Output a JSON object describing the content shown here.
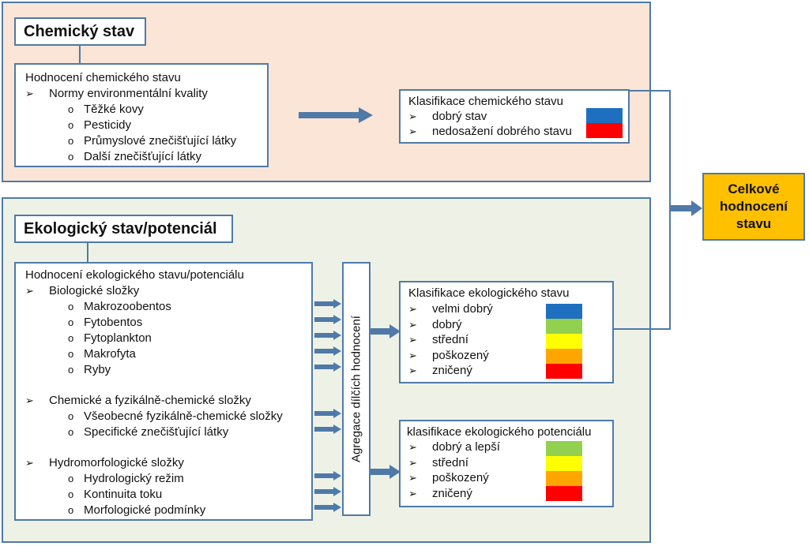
{
  "chemical": {
    "title": "Chemický stav",
    "assessment": {
      "heading": "Hodnocení chemického stavu",
      "bullet": "Normy environmentální kvality",
      "items": [
        "Těžké kovy",
        "Pesticidy",
        "Průmyslové znečišťující látky",
        "Další znečišťující látky"
      ]
    },
    "classification": {
      "heading": "Klasifikace chemického stavu",
      "items": [
        "dobrý stav",
        "nedosažení dobrého stavu"
      ],
      "colors": [
        "#1f6fc1",
        "#ff0000"
      ]
    }
  },
  "ecological": {
    "title": "Ekologický stav/potenciál",
    "assessment": {
      "heading": "Hodnocení ekologického stavu/potenciálu",
      "groups": [
        {
          "bullet": "Biologické složky",
          "items": [
            "Makrozoobentos",
            "Fytobentos",
            "Fytoplankton",
            "Makrofyta",
            "Ryby"
          ]
        },
        {
          "bullet": "Chemické a fyzikálně-chemické složky",
          "items": [
            "Všeobecné fyzikálně-chemické složky",
            "Specifické znečišťující látky"
          ]
        },
        {
          "bullet": "Hydromorfologické složky",
          "items": [
            "Hydrologický režim",
            "Kontinuita toku",
            "Morfologické podmínky"
          ]
        }
      ]
    },
    "aggregation": "Agregace dílčích hodnocení",
    "status_classification": {
      "heading": "Klasifikace ekologického stavu",
      "items": [
        "velmi dobrý",
        "dobrý",
        "střední",
        "poškozený",
        "zničený"
      ],
      "colors": [
        "#1f6fc1",
        "#92d050",
        "#ffff00",
        "#ffa500",
        "#ff0000"
      ]
    },
    "potential_classification": {
      "heading": "klasifikace ekologického potenciálu",
      "items": [
        "dobrý a lepší",
        "střední",
        "poškozený",
        "zničený"
      ],
      "colors": [
        "#92d050",
        "#ffff00",
        "#ffa500",
        "#ff0000"
      ]
    }
  },
  "overall": {
    "label": "Celkové hodnocení stavu"
  },
  "colors": {
    "chemical_panel": "#fbe5d6",
    "ecological_panel": "#eef2e6",
    "border": "#4f7aa8",
    "overall_box": "#ffc000"
  }
}
